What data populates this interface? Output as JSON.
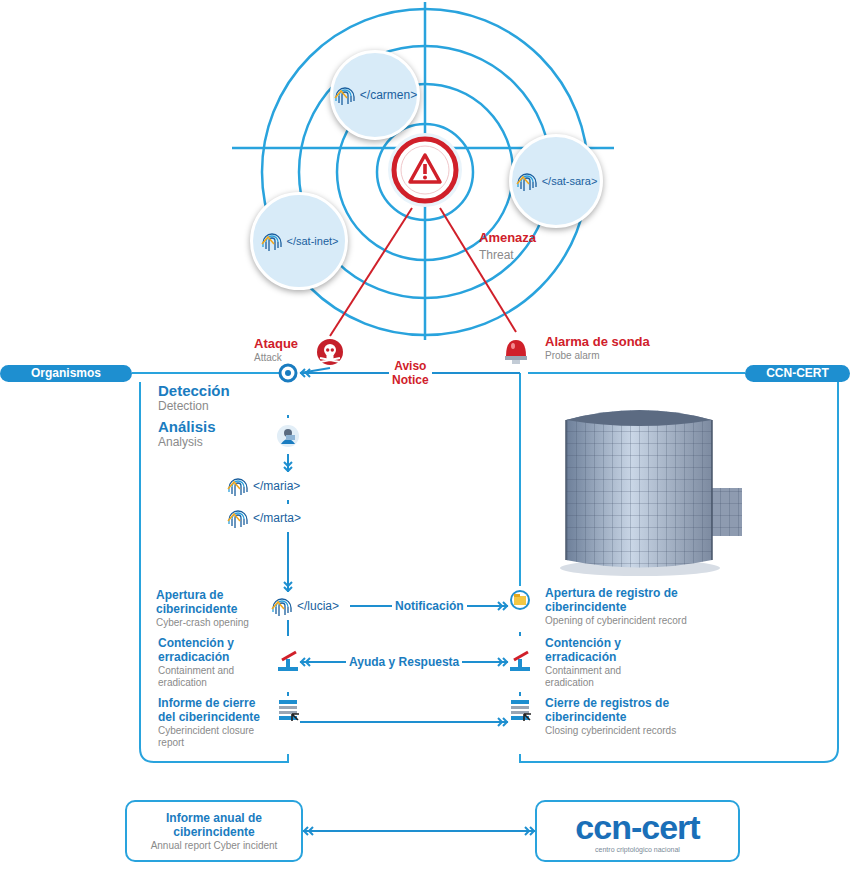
{
  "diagram": {
    "nodes": [
      {
        "text": [
          "</carmen>"
        ]
      },
      {
        "text": [
          "</sat-sara>"
        ]
      },
      {
        "text": [
          "</sat-inet>"
        ]
      },
      {
        "text": [
          "Amenaza",
          "Threat"
        ]
      },
      {
        "text": [
          "Ataque",
          "Attack"
        ]
      },
      {
        "text": [
          "Alarma de sonda",
          "Probe alarm"
        ]
      },
      {
        "text": [
          "Organismos"
        ]
      },
      {
        "text": [
          "Detección",
          "Detection"
        ],
        "in": 6
      },
      {
        "text": [
          "Análisis",
          "Analysis"
        ],
        "in": 6
      },
      {
        "text": [
          "</maria>"
        ],
        "in": 6
      },
      {
        "text": [
          "</marta>"
        ],
        "in": 6
      },
      {
        "text": [
          "Apertura de ciberincidente",
          "Cyber-crash opening"
        ],
        "in": 6
      },
      {
        "text": [
          "</lucia>"
        ],
        "in": 6
      },
      {
        "text": [
          "Contención y erradicación",
          "Containment and eradication"
        ],
        "in": 6
      },
      {
        "text": [
          "Informe de cierre del ciberincidente",
          "Cyberincident closure report"
        ],
        "in": 6
      },
      {
        "text": [
          "CCN-CERT"
        ]
      },
      {
        "text": [
          "Apertura de registro de ciberincidente",
          "Opening of cyberincident record"
        ],
        "in": 15
      },
      {
        "text": [
          "Contención y erradicación",
          "Containment and eradication"
        ],
        "in": 15
      },
      {
        "text": [
          "Cierre de registros de ciberincidente",
          "Closing cyberincident records"
        ],
        "in": 15
      },
      {
        "text": [
          "Informe anual de ciberincidente",
          "Annual report Cyber incident"
        ]
      },
      {
        "text": [
          "ccn-cert",
          "centro criptológico nacional"
        ]
      }
    ],
    "edges": [
      {
        "from": 3,
        "to": 4,
        "arrow": "none"
      },
      {
        "from": 3,
        "to": 5,
        "arrow": "none"
      },
      {
        "from": 4,
        "to": 7,
        "arrow": "none"
      },
      {
        "from": 5,
        "to": 7,
        "label": "Aviso Notice",
        "arrow": "to"
      },
      {
        "from": 7,
        "to": 8,
        "arrow": "none"
      },
      {
        "from": 8,
        "to": 9,
        "arrow": "to"
      },
      {
        "from": 9,
        "to": 10,
        "arrow": "none"
      },
      {
        "from": 10,
        "to": 12,
        "arrow": "to"
      },
      {
        "from": 12,
        "to": 13,
        "arrow": "none"
      },
      {
        "from": 13,
        "to": 14,
        "arrow": "none"
      },
      {
        "from": 12,
        "to": 16,
        "label": "Notificación",
        "arrow": "to"
      },
      {
        "from": 13,
        "to": 17,
        "label": "Ayuda y Respuesta",
        "arrow": "both"
      },
      {
        "from": 14,
        "to": 18,
        "arrow": "to"
      },
      {
        "from": 16,
        "to": 17,
        "arrow": "none"
      },
      {
        "from": 17,
        "to": 18,
        "arrow": "none"
      },
      {
        "from": 19,
        "to": 20,
        "arrow": "both"
      }
    ]
  }
}
